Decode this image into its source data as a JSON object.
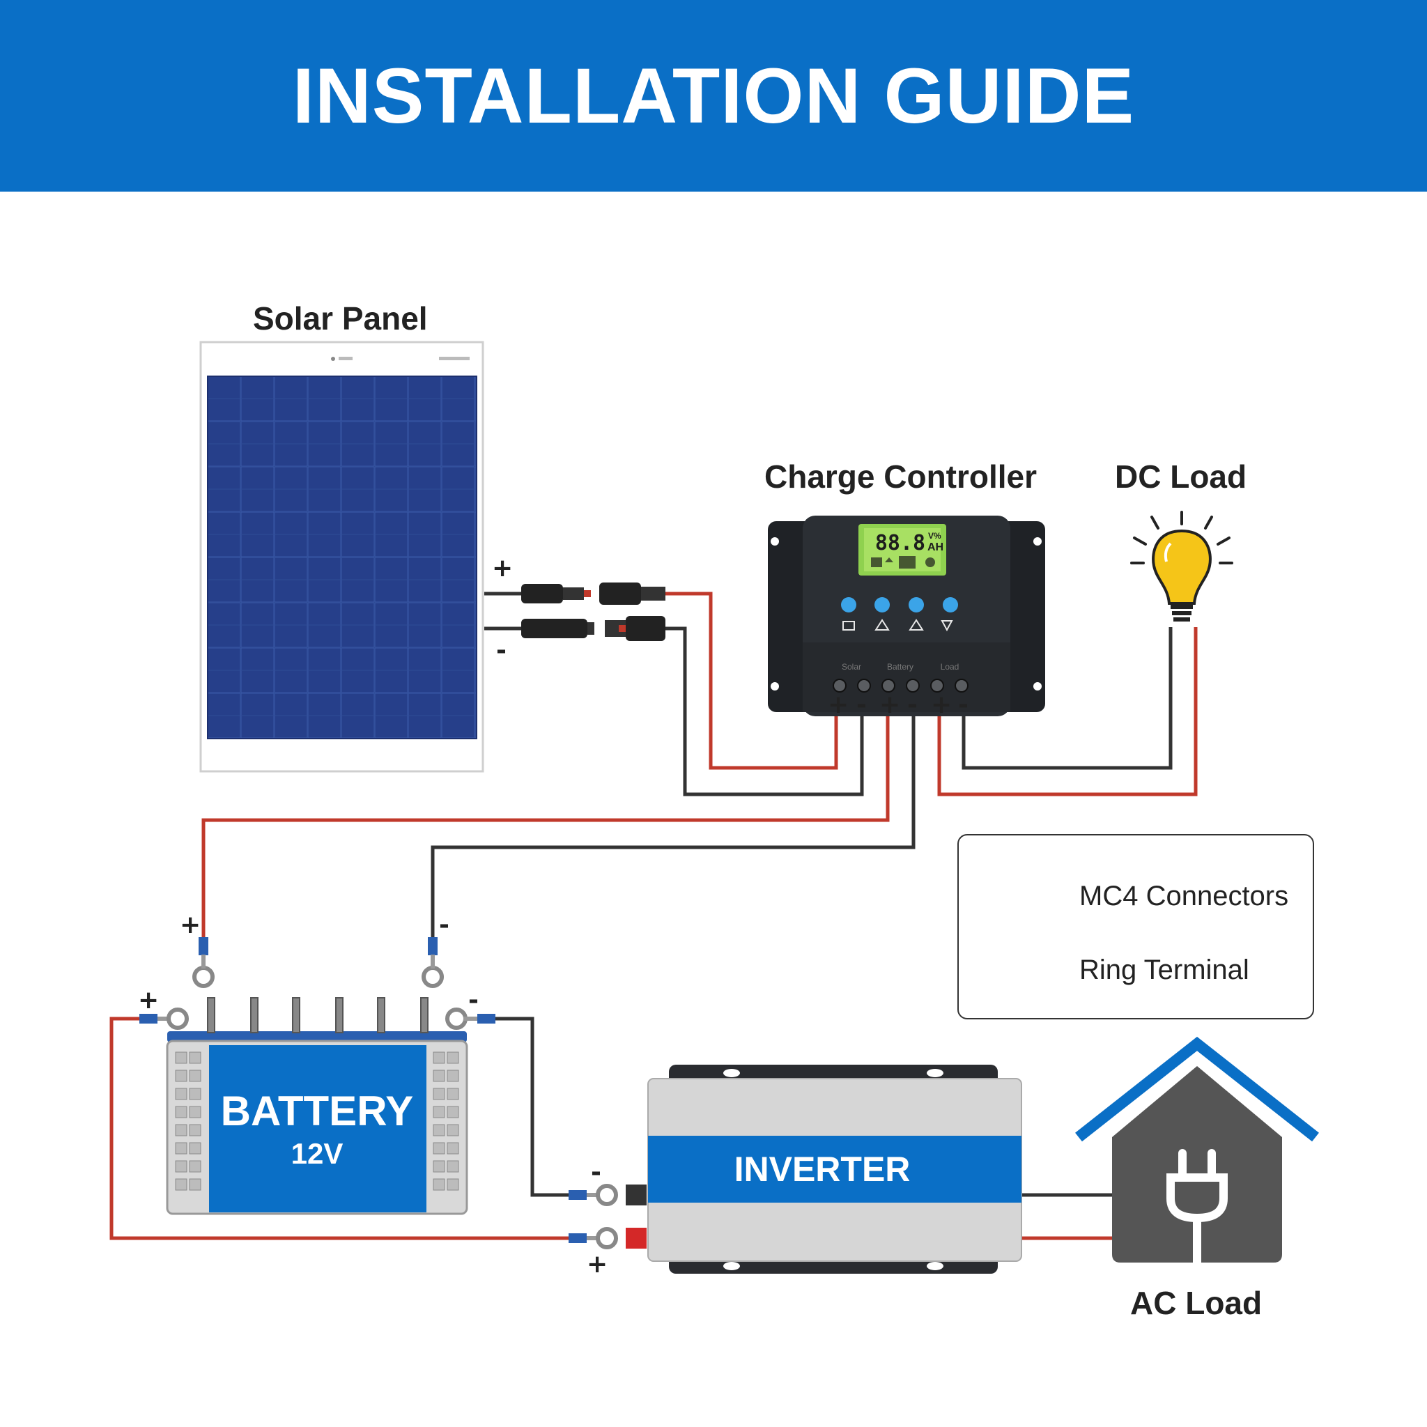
{
  "header": {
    "title": "INSTALLATION GUIDE"
  },
  "components": {
    "solar_panel": "Solar Panel",
    "charge_controller": "Charge Controller",
    "dc_load": "DC Load",
    "battery": {
      "label": "BATTERY",
      "voltage": "12V"
    },
    "inverter": "INVERTER",
    "ac_load": "AC Load"
  },
  "controller": {
    "display_value": "88.8",
    "display_units_top": "V%",
    "display_units_bottom": "AH",
    "terminal_labels": [
      "Solar",
      "Battery",
      "Load"
    ]
  },
  "polarity": {
    "plus": "+",
    "minus": "-"
  },
  "legend": {
    "items": [
      {
        "label": "MC4 Connectors",
        "icon": "mc4-connector-icon"
      },
      {
        "label": "Ring Terminal",
        "icon": "ring-terminal-icon"
      }
    ]
  },
  "colors": {
    "header": "#0a6fc6",
    "positive_wire": "#c0392b",
    "negative_wire": "#333333",
    "panel_cell": "#243d8f",
    "battery_body": "#0a6fc6",
    "bulb": "#f5c518",
    "house": "#555555",
    "roof": "#0a6fc6"
  }
}
